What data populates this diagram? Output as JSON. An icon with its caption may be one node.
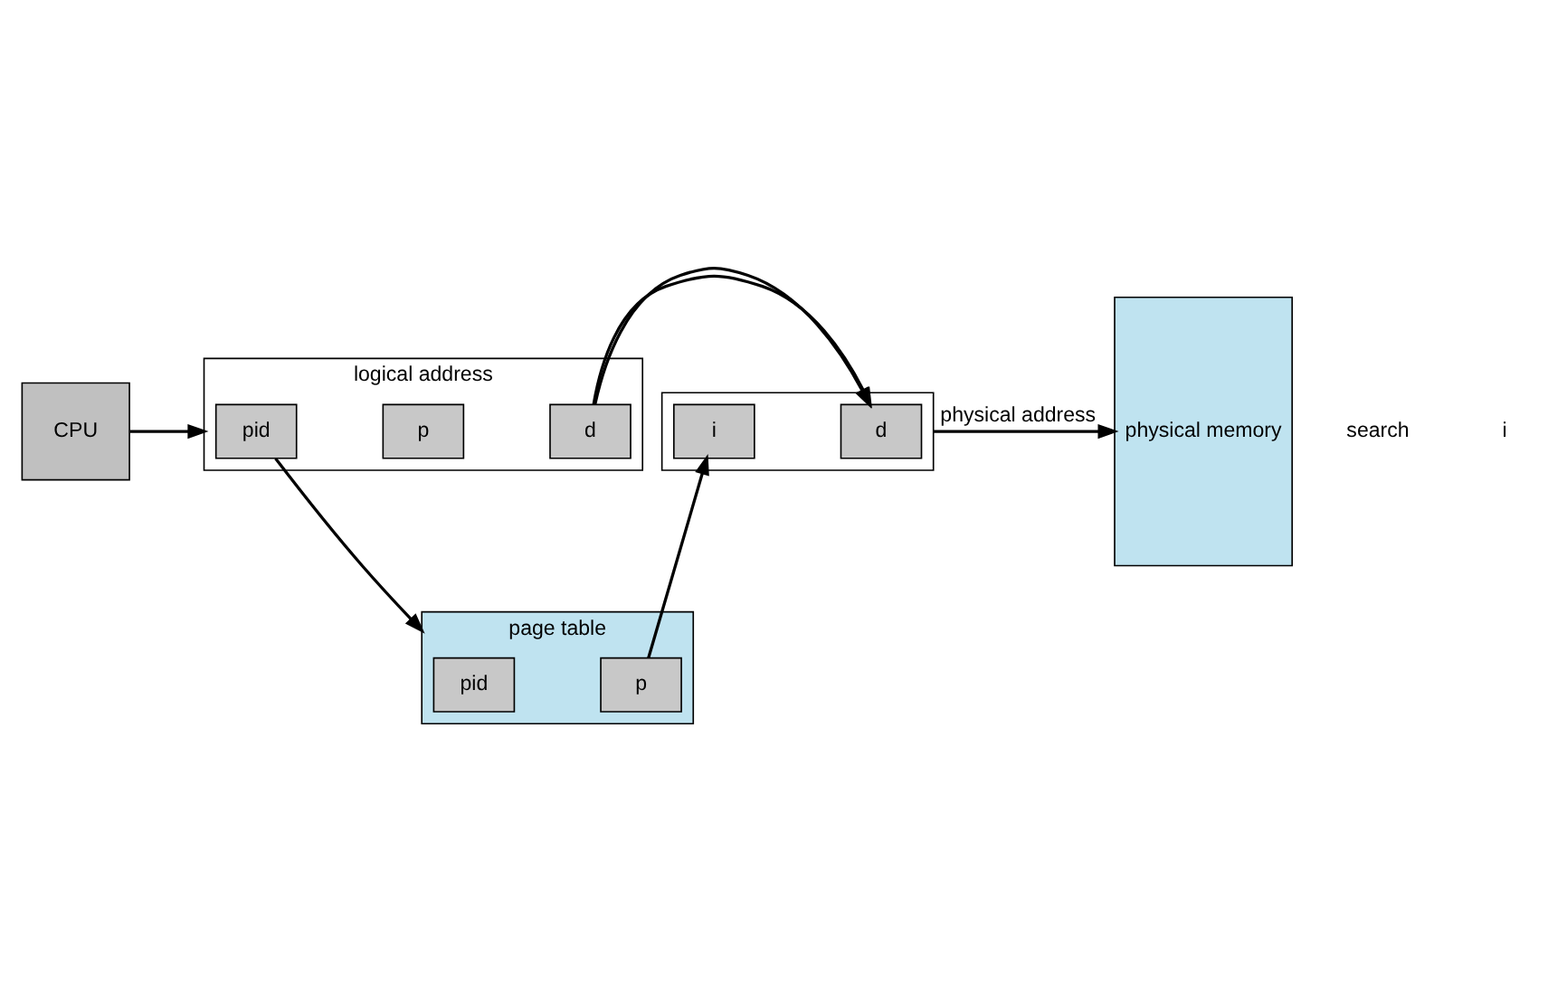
{
  "diagram": {
    "nodes": [
      {
        "text": [
          "CPU"
        ]
      },
      {
        "text": [
          "logical address"
        ]
      },
      {
        "text": [
          "pid"
        ],
        "in": 1
      },
      {
        "text": [
          "p"
        ],
        "in": 1
      },
      {
        "text": [
          "d"
        ],
        "in": 1
      },
      {
        "text": [],
        "shape": "box"
      },
      {
        "text": [
          "i"
        ],
        "in": 5
      },
      {
        "text": [
          "d"
        ],
        "in": 5
      },
      {
        "text": [
          "page table"
        ]
      },
      {
        "text": [
          "pid"
        ],
        "in": 8
      },
      {
        "text": [
          "p"
        ],
        "in": 8
      },
      {
        "text": [
          "physical memory"
        ]
      }
    ],
    "edges": [
      {
        "from": 0,
        "to": 1,
        "arrow": "to"
      },
      {
        "from": 2,
        "to": 8,
        "arrow": "to"
      },
      {
        "from": 4,
        "to": 7,
        "arrow": "to"
      },
      {
        "from": 10,
        "to": 6,
        "arrow": "to"
      },
      {
        "from": 5,
        "to": 11,
        "arrow": "to",
        "label": "physical address"
      }
    ],
    "labels": [
      "search",
      "i"
    ]
  }
}
